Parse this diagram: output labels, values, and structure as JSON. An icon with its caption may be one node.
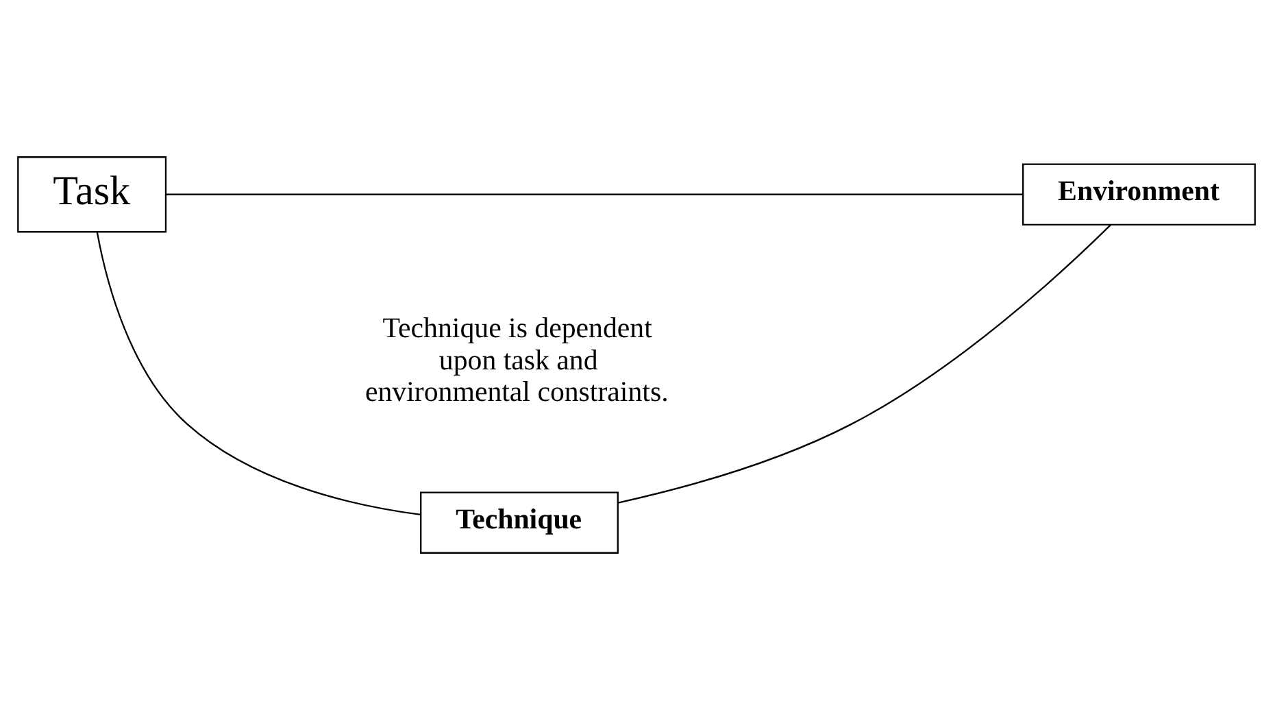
{
  "diagram": {
    "nodes": [
      {
        "text": [
          "Task"
        ]
      },
      {
        "text": [
          "Environment"
        ]
      },
      {
        "text": [
          "Technique"
        ]
      }
    ],
    "edges": [
      {
        "from": 0,
        "to": 1,
        "arrow": "none"
      },
      {
        "from": 0,
        "to": 2,
        "arrow": "none"
      },
      {
        "from": 1,
        "to": 2,
        "arrow": "none"
      }
    ],
    "labels": [
      "Technique is dependent upon task and environmental constraints."
    ]
  }
}
